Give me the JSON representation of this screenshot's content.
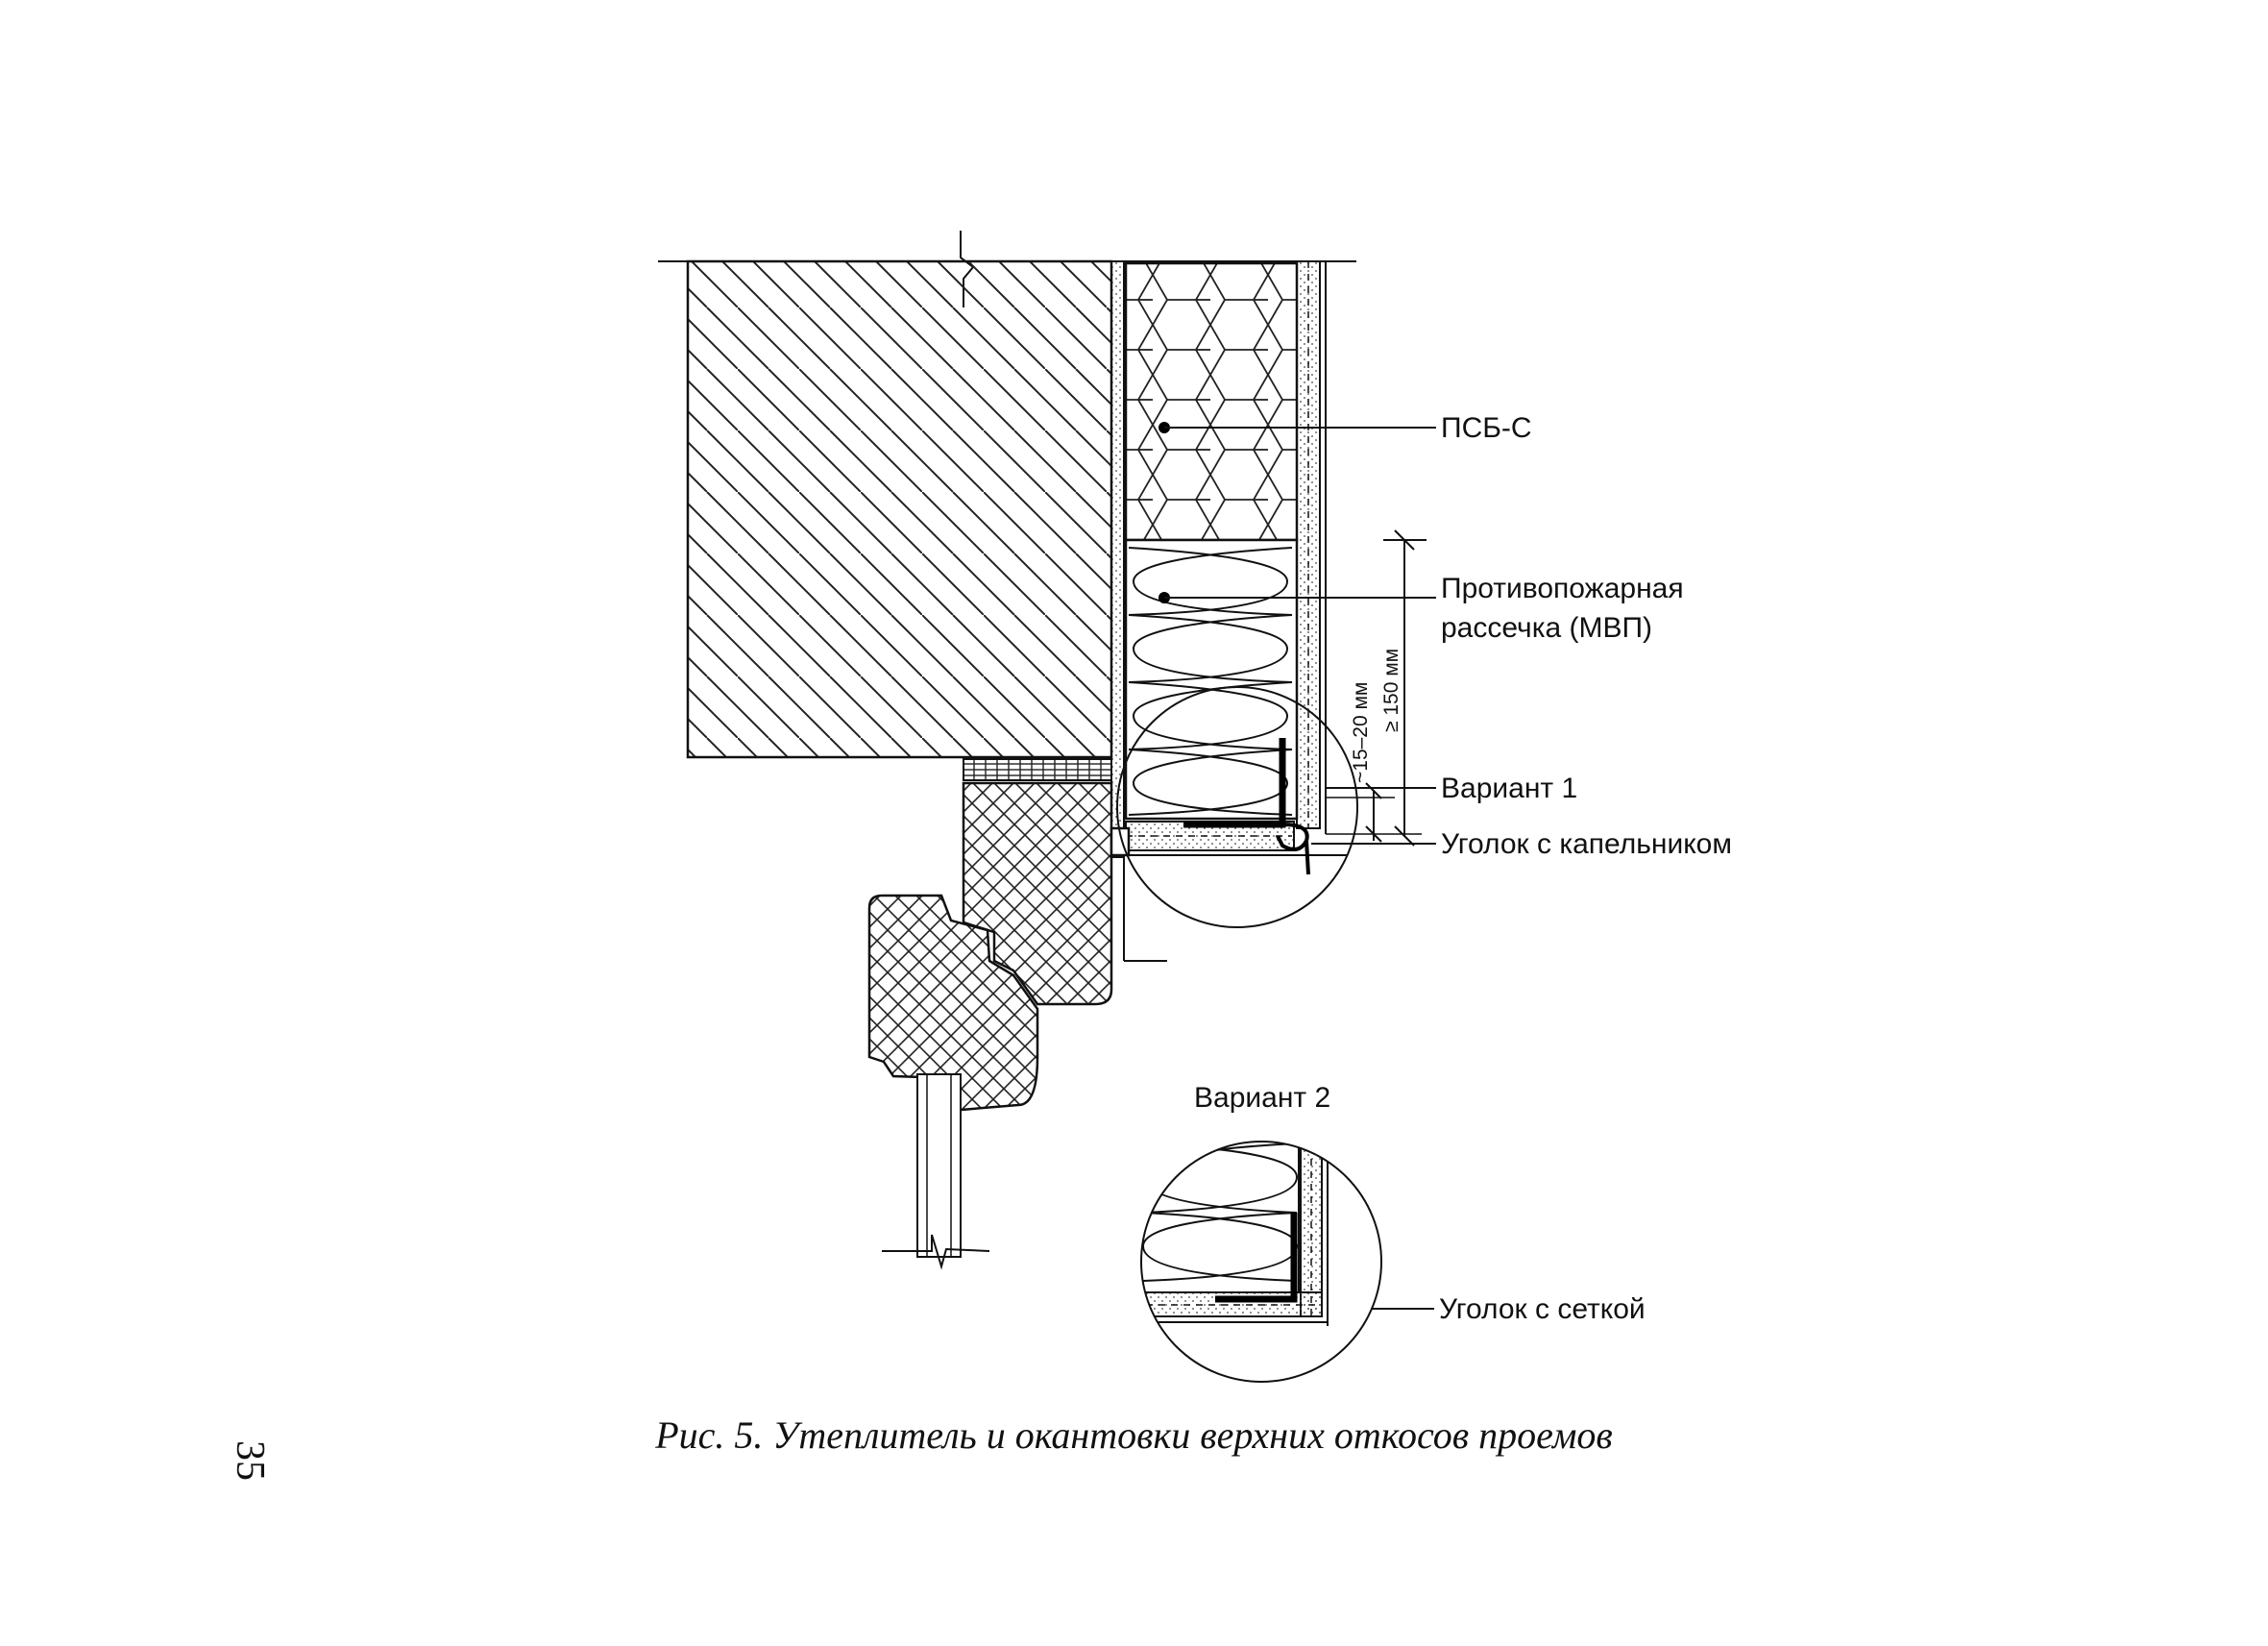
{
  "labels": {
    "psb": "ПСБ-С",
    "fire_line1": "Противопожарная",
    "fire_line2": "рассечка (МВП)",
    "variant1": "Вариант 1",
    "drip_corner": "Уголок с капельником",
    "variant2": "Вариант 2",
    "mesh_corner": "Уголок с сеткой"
  },
  "dimensions": {
    "gap": "~15–20 мм",
    "strip": "≥ 150 мм"
  },
  "caption": "Рис. 5. Утеплитель и окантовки верхних откосов проемов",
  "page_number": "35"
}
